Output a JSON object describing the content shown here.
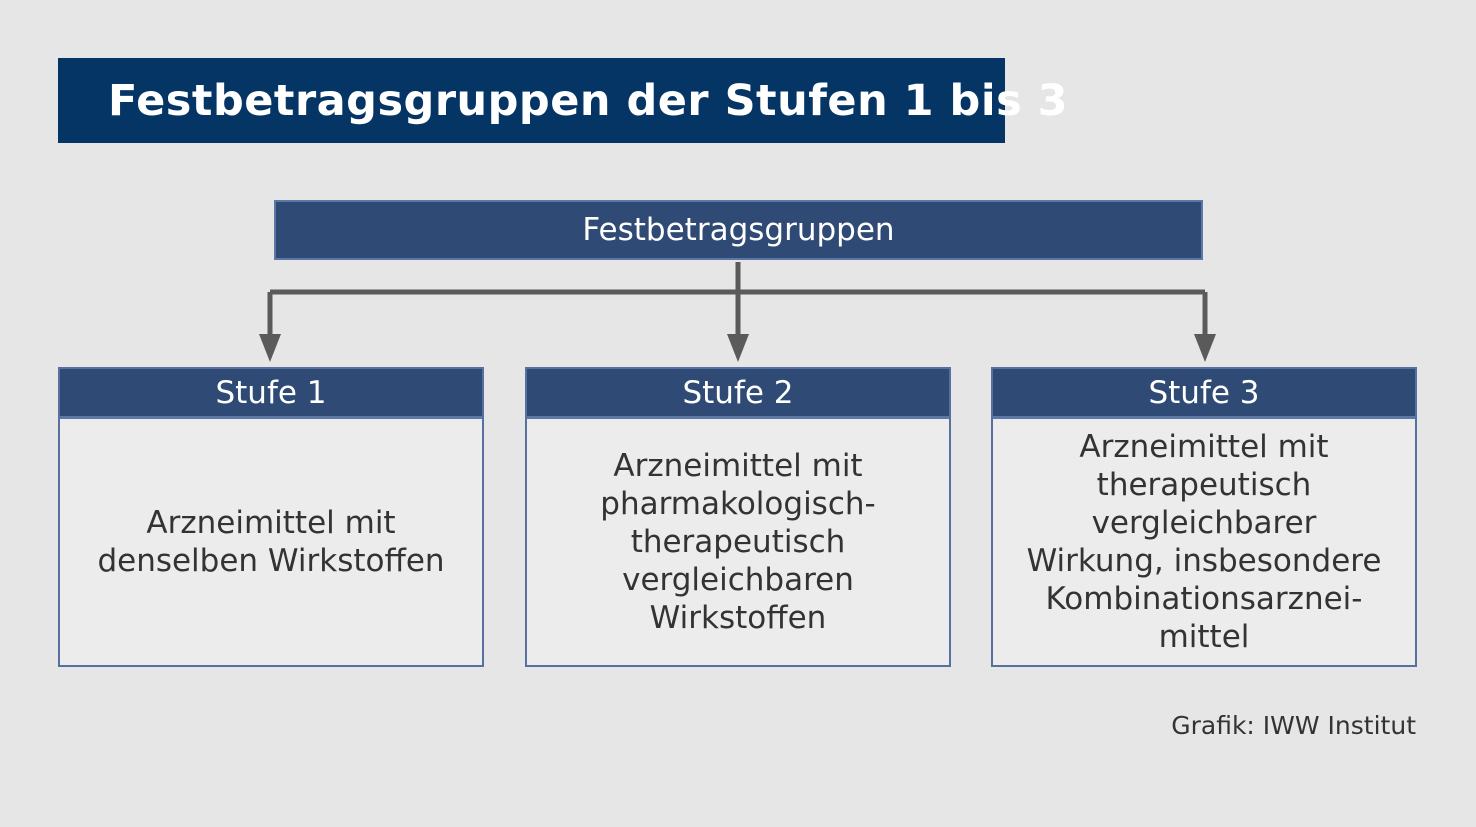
{
  "title": "Festbetragsgruppen der Stufen 1 bis 3",
  "root": {
    "label": "Festbetragsgruppen"
  },
  "stages": [
    {
      "label": "Stufe 1",
      "description": "Arzneimittel mit\ndenselben Wirkstoffen"
    },
    {
      "label": "Stufe 2",
      "description": "Arzneimittel mit\npharmakologisch-\ntherapeutisch\nvergleichbaren\nWirkstoffen"
    },
    {
      "label": "Stufe 3",
      "description": "Arzneimittel mit\ntherapeutisch\nvergleichbarer\nWirkung, insbesondere\nKombinationsarznei-\nmittel"
    }
  ],
  "credit": "Grafik: IWW Institut",
  "colors": {
    "title_background": "#053564",
    "box_background": "#2f4a74",
    "box_border": "#5b78a8",
    "connector": "#5a5a5a",
    "page_background": "#e6e6e6"
  }
}
